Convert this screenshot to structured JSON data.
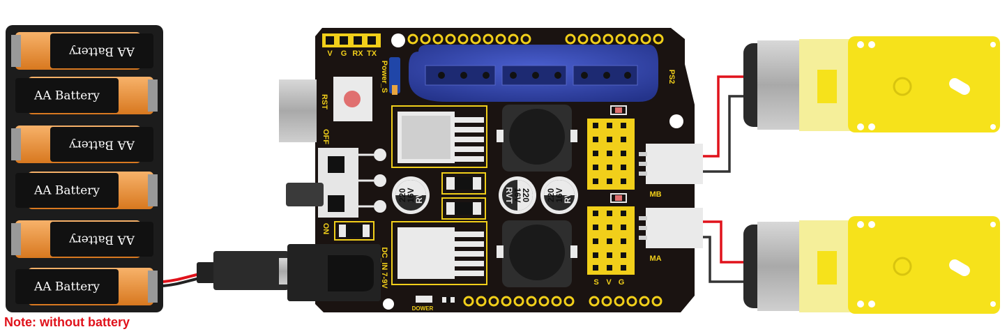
{
  "note": "Note: without battery",
  "battery_pack": {
    "cells": [
      "AA Battery",
      "AA Battery",
      "AA Battery",
      "AA Battery",
      "AA Battery",
      "AA Battery"
    ]
  },
  "board": {
    "header_pins": [
      "V",
      "G",
      "RX",
      "TX"
    ],
    "power_switch_label": "Power_S",
    "reset_label": "RST",
    "off_label": "OFF",
    "on_label": "ON",
    "ps2_label": "PS2",
    "dc_in_label": "DC_IN 7-9V",
    "power_led_label": "DOWER",
    "motor_b_label": "MB",
    "motor_a_label": "MA",
    "servo_header_labels": [
      "S",
      "V",
      "G"
    ],
    "capacitors": [
      {
        "lines": [
          "220",
          "16V",
          "RVT"
        ]
      },
      {
        "lines": [
          "220",
          "16V",
          "RVT"
        ]
      },
      {
        "lines": [
          "220",
          "16V",
          "RVT"
        ]
      }
    ]
  },
  "colors": {
    "board": "#1a1311",
    "silkscreen": "#f1cf1a",
    "ps2_socket": "#2e3f9a",
    "motor_yellow": "#f6e21b",
    "wire_red": "#e0121b",
    "wire_black": "#333333",
    "note_red": "#e0121b"
  }
}
